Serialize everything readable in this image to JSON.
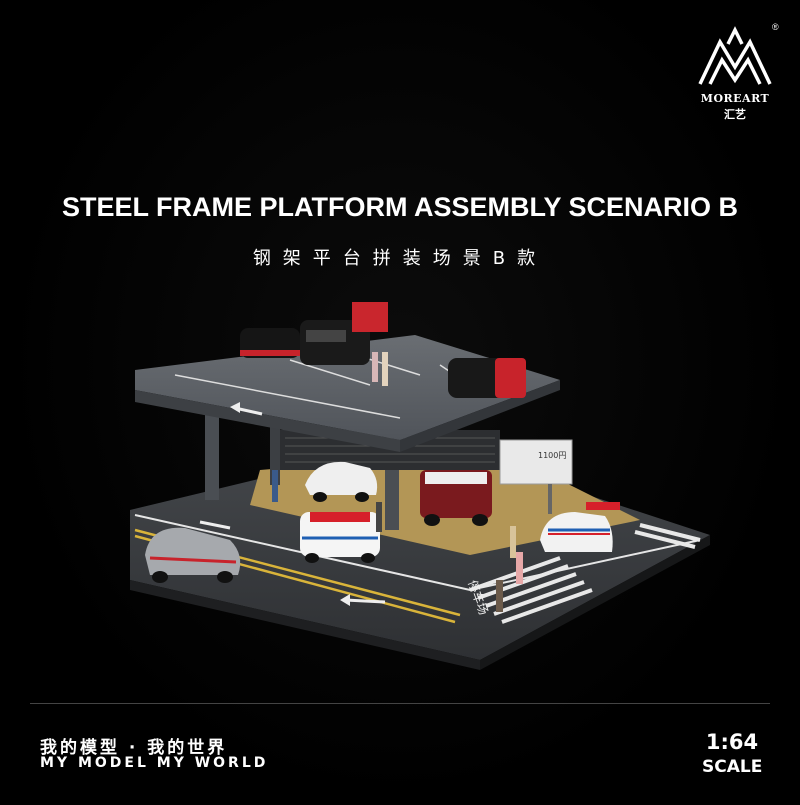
{
  "brand": {
    "name": "MOREART",
    "name_cn": "汇艺",
    "registered_mark": "®"
  },
  "headline": {
    "title_en": "STEEL FRAME PLATFORM ASSEMBLY SCENARIO B",
    "title_cn": "钢架平台拼装场景B款"
  },
  "scene": {
    "sign_price": "1100円",
    "road_marking": "停车场"
  },
  "footer": {
    "slogan_cn": "我的模型 · 我的世界",
    "slogan_en": "MY MODEL MY WORLD",
    "scale_value": "1:64",
    "scale_label": "SCALE"
  },
  "colors": {
    "background": "#000000",
    "platform": "#5a5e63",
    "road": "#3a3d41",
    "parking_floor": "#b89a5a",
    "accent_red": "#d6202a",
    "text": "#ffffff"
  }
}
